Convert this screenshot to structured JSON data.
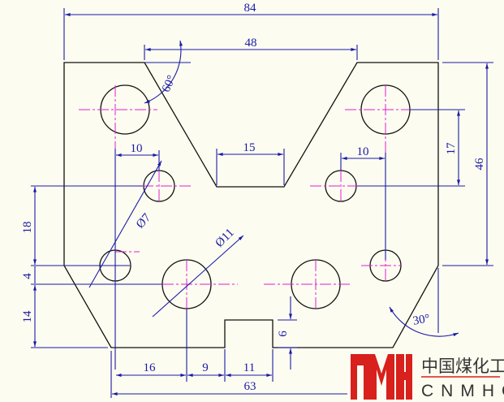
{
  "dimensions": {
    "overall_width": "84",
    "top_opening": "48",
    "slot_bottom": "15",
    "left_offset": "10",
    "right_offset": "10",
    "right_vertical_small": "17",
    "right_height": "46",
    "left_18": "18",
    "left_4": "4",
    "left_14": "14",
    "bottom_16": "16",
    "bottom_9": "9",
    "bottom_11": "11",
    "bottom_63": "63",
    "notch_depth": "6",
    "angle_top": "60°",
    "angle_bottom": "30°",
    "small_hole_dia": "Ø7",
    "large_hole_dia": "Ø11"
  },
  "logo": {
    "mark": "MH",
    "chinese": "中国煤化工",
    "english": "CNMHG",
    "color": "#d8201c"
  }
}
